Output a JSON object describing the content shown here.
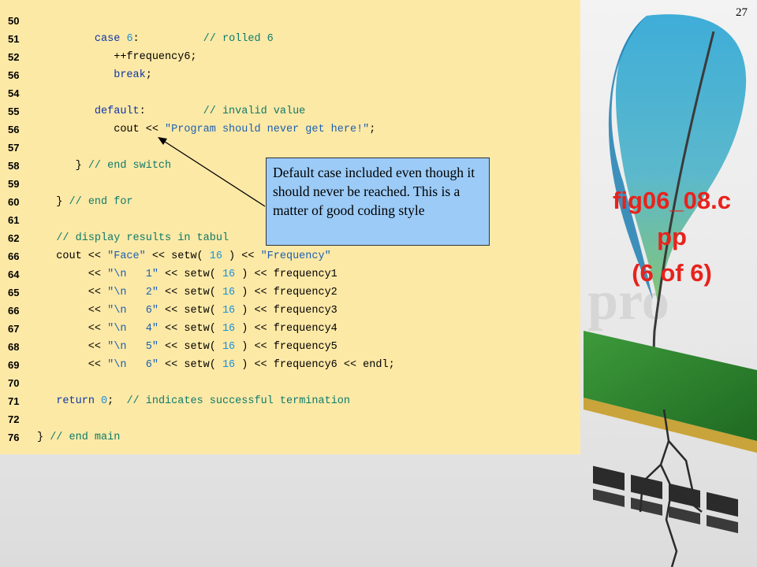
{
  "page_number": "27",
  "figure": {
    "title_lines": [
      "fig06_08.c",
      "pp",
      "(6 of 6)"
    ]
  },
  "callout": {
    "text": "Default case included even though it should never be reached. This is a matter of good coding style"
  },
  "colors": {
    "code_background": "#fde9a6",
    "keyword": "#0b35a8",
    "comment": "#0d7a6a",
    "callout_background": "#9ccbf7",
    "title": "#e8221c"
  },
  "code_lines": [
    {
      "num": "50",
      "tokens": []
    },
    {
      "num": "51",
      "tokens": [
        {
          "t": "         "
        },
        {
          "t": "case",
          "c": "kw"
        },
        {
          "t": " "
        },
        {
          "t": "6",
          "c": "num"
        },
        {
          "t": ":          "
        },
        {
          "t": "// rolled 6",
          "c": "cm"
        }
      ]
    },
    {
      "num": "52",
      "tokens": [
        {
          "t": "            ++frequency6;"
        }
      ]
    },
    {
      "num": "56",
      "tokens": [
        {
          "t": "            "
        },
        {
          "t": "break",
          "c": "kw"
        },
        {
          "t": ";"
        }
      ]
    },
    {
      "num": "54",
      "tokens": []
    },
    {
      "num": "55",
      "tokens": [
        {
          "t": "         "
        },
        {
          "t": "default",
          "c": "kw"
        },
        {
          "t": ":         "
        },
        {
          "t": "// invalid value",
          "c": "cm"
        }
      ]
    },
    {
      "num": "56",
      "tokens": [
        {
          "t": "            cout << "
        },
        {
          "t": "\"Program should never get here!\"",
          "c": "str"
        },
        {
          "t": ";"
        }
      ]
    },
    {
      "num": "57",
      "tokens": []
    },
    {
      "num": "58",
      "tokens": [
        {
          "t": "      } "
        },
        {
          "t": "// end switch",
          "c": "cm"
        }
      ]
    },
    {
      "num": "59",
      "tokens": []
    },
    {
      "num": "60",
      "tokens": [
        {
          "t": "   } "
        },
        {
          "t": "// end for",
          "c": "cm"
        }
      ]
    },
    {
      "num": "61",
      "tokens": []
    },
    {
      "num": "62",
      "tokens": [
        {
          "t": "   "
        },
        {
          "t": "// display results in tabul",
          "c": "cm"
        }
      ]
    },
    {
      "num": "66",
      "tokens": [
        {
          "t": "   cout << "
        },
        {
          "t": "\"Face\"",
          "c": "str"
        },
        {
          "t": " << setw( "
        },
        {
          "t": "16",
          "c": "num"
        },
        {
          "t": " ) << "
        },
        {
          "t": "\"Frequency\"",
          "c": "str"
        }
      ]
    },
    {
      "num": "64",
      "tokens": [
        {
          "t": "        << "
        },
        {
          "t": "\"\\n   1\"",
          "c": "str"
        },
        {
          "t": " << setw( "
        },
        {
          "t": "16",
          "c": "num"
        },
        {
          "t": " ) << frequency1"
        }
      ]
    },
    {
      "num": "65",
      "tokens": [
        {
          "t": "        << "
        },
        {
          "t": "\"\\n   2\"",
          "c": "str"
        },
        {
          "t": " << setw( "
        },
        {
          "t": "16",
          "c": "num"
        },
        {
          "t": " ) << frequency2"
        }
      ]
    },
    {
      "num": "66",
      "tokens": [
        {
          "t": "        << "
        },
        {
          "t": "\"\\n   6\"",
          "c": "str"
        },
        {
          "t": " << setw( "
        },
        {
          "t": "16",
          "c": "num"
        },
        {
          "t": " ) << frequency3"
        }
      ]
    },
    {
      "num": "67",
      "tokens": [
        {
          "t": "        << "
        },
        {
          "t": "\"\\n   4\"",
          "c": "str"
        },
        {
          "t": " << setw( "
        },
        {
          "t": "16",
          "c": "num"
        },
        {
          "t": " ) << frequency4"
        }
      ]
    },
    {
      "num": "68",
      "tokens": [
        {
          "t": "        << "
        },
        {
          "t": "\"\\n   5\"",
          "c": "str"
        },
        {
          "t": " << setw( "
        },
        {
          "t": "16",
          "c": "num"
        },
        {
          "t": " ) << frequency5"
        }
      ]
    },
    {
      "num": "69",
      "tokens": [
        {
          "t": "        << "
        },
        {
          "t": "\"\\n   6\"",
          "c": "str"
        },
        {
          "t": " << setw( "
        },
        {
          "t": "16",
          "c": "num"
        },
        {
          "t": " ) << frequency6 << endl;"
        }
      ]
    },
    {
      "num": "70",
      "tokens": []
    },
    {
      "num": "71",
      "tokens": [
        {
          "t": "   "
        },
        {
          "t": "return",
          "c": "kw"
        },
        {
          "t": " "
        },
        {
          "t": "0",
          "c": "num"
        },
        {
          "t": ";  "
        },
        {
          "t": "// indicates successful termination",
          "c": "cm"
        }
      ]
    },
    {
      "num": "72",
      "tokens": []
    },
    {
      "num": "76",
      "tokens": [
        {
          "t": "} "
        },
        {
          "t": "// end main",
          "c": "cm"
        }
      ]
    }
  ]
}
